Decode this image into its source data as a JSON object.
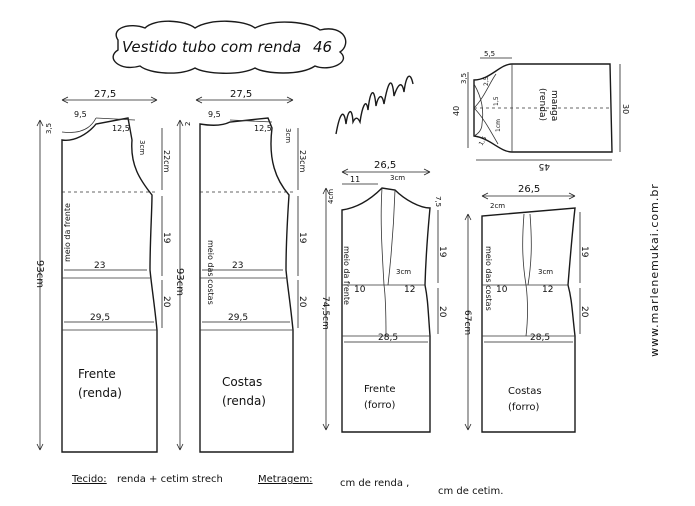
{
  "title": "Vestido tubo com renda",
  "number": "46",
  "website": "www.marlenemukai.com.br",
  "colors": {
    "ink": "#1a1a1a",
    "paper": "#ffffff"
  },
  "pieces": {
    "frente_renda": {
      "name": "Frente",
      "sub": "(renda)",
      "top_width": "27,5",
      "neck_w": "9,5",
      "shoulder": "12,5",
      "neck_drop": "3,5",
      "shoulder_drop": "3cm",
      "armhole": "22cm",
      "waist_len": "19",
      "hip_len": "20",
      "waist": "23",
      "hip": "29,5",
      "length": "93cm",
      "fold": "meio da frente"
    },
    "costas_renda": {
      "name": "Costas",
      "sub": "(renda)",
      "top_width": "27,5",
      "neck_w": "9,5",
      "shoulder": "12,5",
      "neck_drop": "2",
      "shoulder_drop": "3cm",
      "armhole": "23cm",
      "waist_len": "19",
      "hip_len": "20",
      "waist": "23",
      "hip": "29,5",
      "length": "93cm",
      "fold": "meio das costas"
    },
    "manga": {
      "label": "manga",
      "sub": "(renda)",
      "cap_w": "5,5",
      "cap_h": "3,5",
      "right_w": "30",
      "left_w": "40",
      "bottom": "45",
      "c1": "2,5",
      "c2": "1,5",
      "c3": "1,5",
      "c4": "1cm"
    },
    "frente_forro": {
      "name": "Frente",
      "sub": "(forro)",
      "top_width": "26,5",
      "left": "11",
      "drop": "3cm",
      "neck": "4cm",
      "side": "7,5",
      "dart": "3cm",
      "waist_left": "10",
      "waist_right": "12",
      "waist_len": "19",
      "hip_len": "20",
      "hip": "28,5",
      "length": "74,5cm",
      "fold": "meio da frente"
    },
    "costas_forro": {
      "name": "Costas",
      "sub": "(forro)",
      "top_width": "26,5",
      "top_drop": "2cm",
      "dart": "3cm",
      "waist_left": "10",
      "waist_right": "12",
      "waist_len": "19",
      "hip_len": "20",
      "hip": "28,5",
      "length": "67cm",
      "fold": "meio das costas"
    }
  },
  "footer": {
    "fabric_label": "Tecido:",
    "fabric_value": "renda + cetim strech",
    "meterage_label": "Metragem:",
    "meterage_1": "cm de renda ,",
    "meterage_2": "cm de cetim."
  }
}
